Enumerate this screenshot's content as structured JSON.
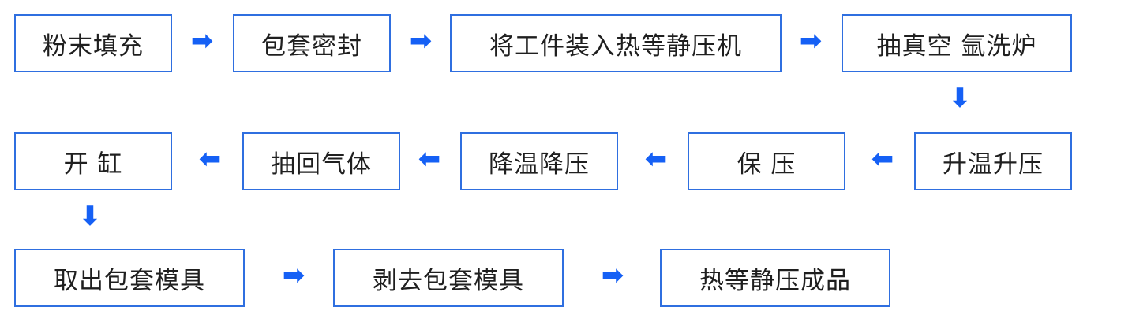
{
  "diagram": {
    "row1": [
      "粉末填充",
      "包套密封",
      "将工件装入热等静压机",
      "抽真空 氩洗炉"
    ],
    "row2": [
      "开 缸",
      "抽回气体",
      "降温降压",
      "保 压",
      "升温升压"
    ],
    "row3": [
      "取出包套模具",
      "剥去包套模具",
      "热等静压成品"
    ],
    "arrows": {
      "right": "➡",
      "left": "⬅",
      "down": "⬇"
    },
    "colors": {
      "box_border": "#2f6fe0",
      "arrow": "#1560f5",
      "text": "#1f1f1f"
    }
  }
}
